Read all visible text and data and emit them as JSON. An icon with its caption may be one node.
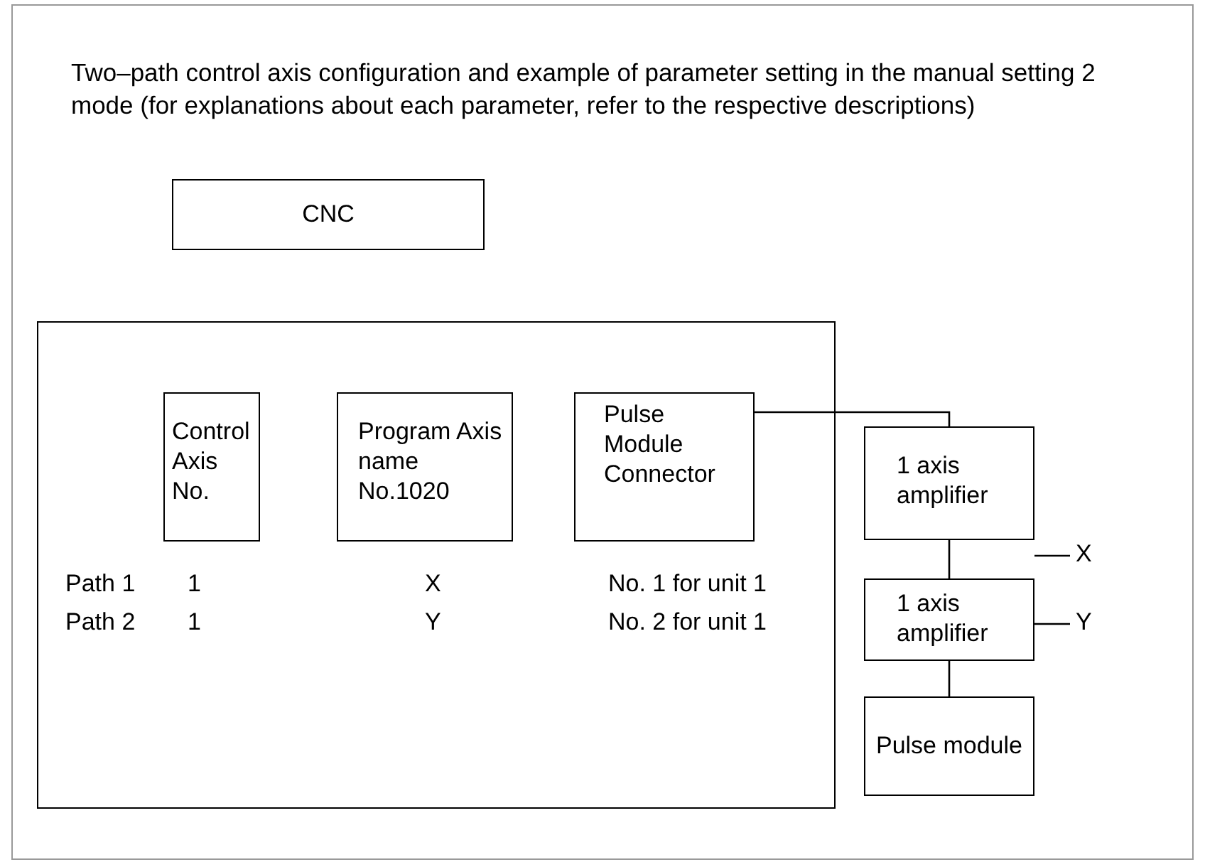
{
  "diagram": {
    "title": "Two–path control axis configuration and example of parameter setting in the manual setting 2 mode (for explanations about each parameter, refer to the respective descriptions)",
    "nodes": [
      {
        "text": [
          "CNC"
        ]
      },
      {
        "text": [],
        "shape": "box"
      },
      {
        "text": [
          "Control Axis No."
        ],
        "in": 1
      },
      {
        "text": [
          "Program Axis name No.1020"
        ],
        "in": 1
      },
      {
        "text": [
          "Pulse Module Connector"
        ],
        "in": 1
      },
      {
        "text": [
          "1 axis amplifier"
        ]
      },
      {
        "text": [
          "1 axis amplifier"
        ]
      },
      {
        "text": [
          "Pulse module"
        ]
      },
      {
        "text": [
          "X"
        ]
      },
      {
        "text": [
          "Y"
        ]
      }
    ],
    "edges": [
      {
        "from": 4,
        "to": 5,
        "arrow": "none"
      },
      {
        "from": 5,
        "to": 6,
        "arrow": "none"
      },
      {
        "from": 6,
        "to": 7,
        "arrow": "none"
      },
      {
        "from": 5,
        "to": 8,
        "arrow": "none"
      },
      {
        "from": 6,
        "to": 9,
        "arrow": "none"
      }
    ],
    "labels": [
      "Path 1",
      "1",
      "X",
      "No. 1 for unit 1",
      "Path 2",
      "1",
      "Y",
      "No. 2 for unit 1"
    ]
  }
}
